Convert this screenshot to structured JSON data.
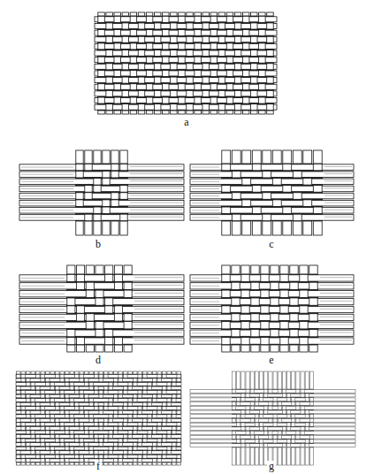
{
  "diagram": {
    "labels": [
      "a",
      "b",
      "c",
      "d",
      "e",
      "f",
      "g"
    ]
  }
}
